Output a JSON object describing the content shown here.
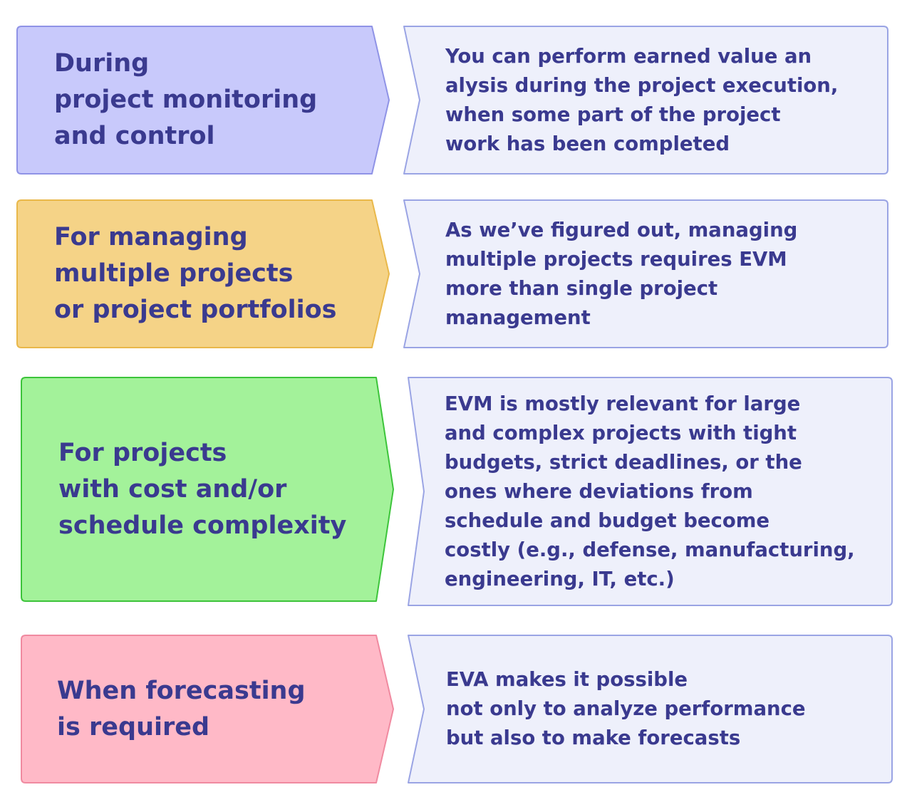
{
  "colors": {
    "text": "#3a3a8f",
    "description_fill": "#eef0fb",
    "description_stroke": "#9aa4e4"
  },
  "rows": [
    {
      "condition": [
        "During",
        "project monitoring",
        "and control"
      ],
      "description": [
        "You can perform earned value an",
        "alysis during the project execution,",
        "when some part of the project",
        "work has been completed"
      ],
      "fill": "#c8c9fb",
      "stroke": "#8f93e6"
    },
    {
      "condition": [
        "For managing",
        "multiple projects",
        "or project portfolios"
      ],
      "description": [
        "As we’ve figured out, managing",
        "multiple projects requires EVM",
        "more than single project",
        "management"
      ],
      "fill": "#f5d387",
      "stroke": "#e9b84a"
    },
    {
      "condition": [
        "For projects",
        "with cost and/or",
        "schedule complexity"
      ],
      "description": [
        "EVM is mostly relevant for large",
        "and complex projects with tight",
        "budgets, strict deadlines, or the",
        "ones where deviations from",
        "schedule and budget become",
        "costly (e.g., defense, manufacturing,",
        "engineering, IT, etc.)"
      ],
      "fill": "#a3f29a",
      "stroke": "#3cc43a"
    },
    {
      "condition": [
        "When forecasting",
        "is required"
      ],
      "description": [
        "EVA makes it possible",
        "not only to analyze performance",
        "but also to make forecasts"
      ],
      "fill": "#ffb9c7",
      "stroke": "#f08aa0"
    }
  ]
}
